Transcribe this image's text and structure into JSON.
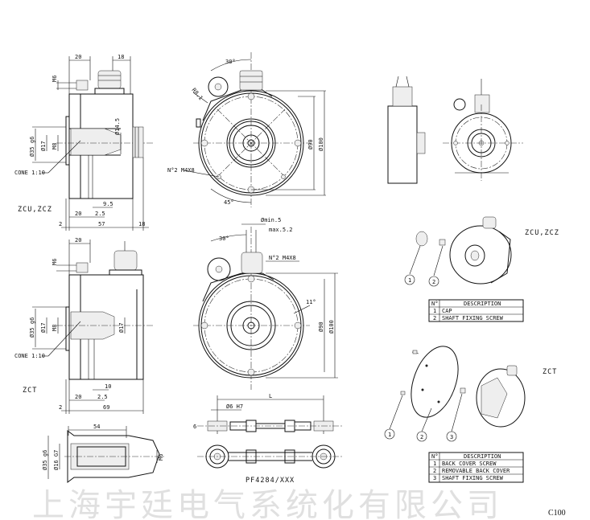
{
  "drawing": {
    "watermark": "上海宇廷电气系统化有限公司",
    "sheet_code": "C100",
    "top_side_view": {
      "variant_label": "ZCU,ZCZ",
      "dims": {
        "top_left": "20",
        "top_right": "18",
        "thread": "M6",
        "shaft_dia": "Ø35 g6",
        "bore": "Ø17",
        "inner_thread": "M8",
        "cap_dia": "Ø14.5",
        "cone": "CONE 1:10",
        "d9_5": "9.5",
        "d20": "20",
        "d2_5": "2.5",
        "d2": "2",
        "d57": "57",
        "d18": "18"
      }
    },
    "top_front_view": {
      "dims": {
        "angle_top": "30°",
        "radius": "R8.1",
        "screws": "N°2 M4X8",
        "angle_bottom": "45°",
        "dia90": "Ø90",
        "dia100": "Ø100"
      }
    },
    "mid_side_view": {
      "variant_label": "ZCT",
      "dims": {
        "top": "20",
        "thread": "M6",
        "shaft_dia": "Ø35 g6",
        "bore": "Ø17",
        "inner_thread": "M8",
        "bore_right": "Ø17",
        "cone": "CONE 1:10",
        "d10": "10",
        "d20": "20",
        "d2_5": "2.5",
        "d2": "2",
        "d69": "69"
      }
    },
    "mid_front_view": {
      "dims": {
        "angle_top": "30°",
        "hole_min": "Ømin.5",
        "hole_max": "max.5.2",
        "screws": "N°2 M4X8",
        "angle_side": "11°",
        "dia90": "Ø90",
        "dia100": "Ø100"
      }
    },
    "shaft_view": {
      "dims": {
        "length": "54",
        "shaft_dia": "Ø35 g6",
        "bore": "Ø16 G7",
        "thread": "M6"
      }
    },
    "rod": {
      "part_number": "PF4284/XXX",
      "dims": {
        "length": "L",
        "hole": "Ø6 H7",
        "thickness": "6"
      }
    },
    "zcu_exploded": {
      "label": "ZCU,ZCZ",
      "callouts": [
        "1",
        "2"
      ],
      "table": {
        "headers": [
          "N°",
          "DESCRIPTION"
        ],
        "rows": [
          [
            "1",
            "CAP"
          ],
          [
            "2",
            "SHAFT FIXING SCREW"
          ]
        ]
      }
    },
    "zct_exploded": {
      "label": "ZCT",
      "callouts": [
        "1",
        "2",
        "3"
      ],
      "table": {
        "headers": [
          "N°",
          "DESCRIPTION"
        ],
        "rows": [
          [
            "1",
            "BACK COVER SCREW"
          ],
          [
            "2",
            "REMOVABLE BACK COVER"
          ],
          [
            "3",
            "SHAFT FIXING SCREW"
          ]
        ]
      }
    }
  }
}
